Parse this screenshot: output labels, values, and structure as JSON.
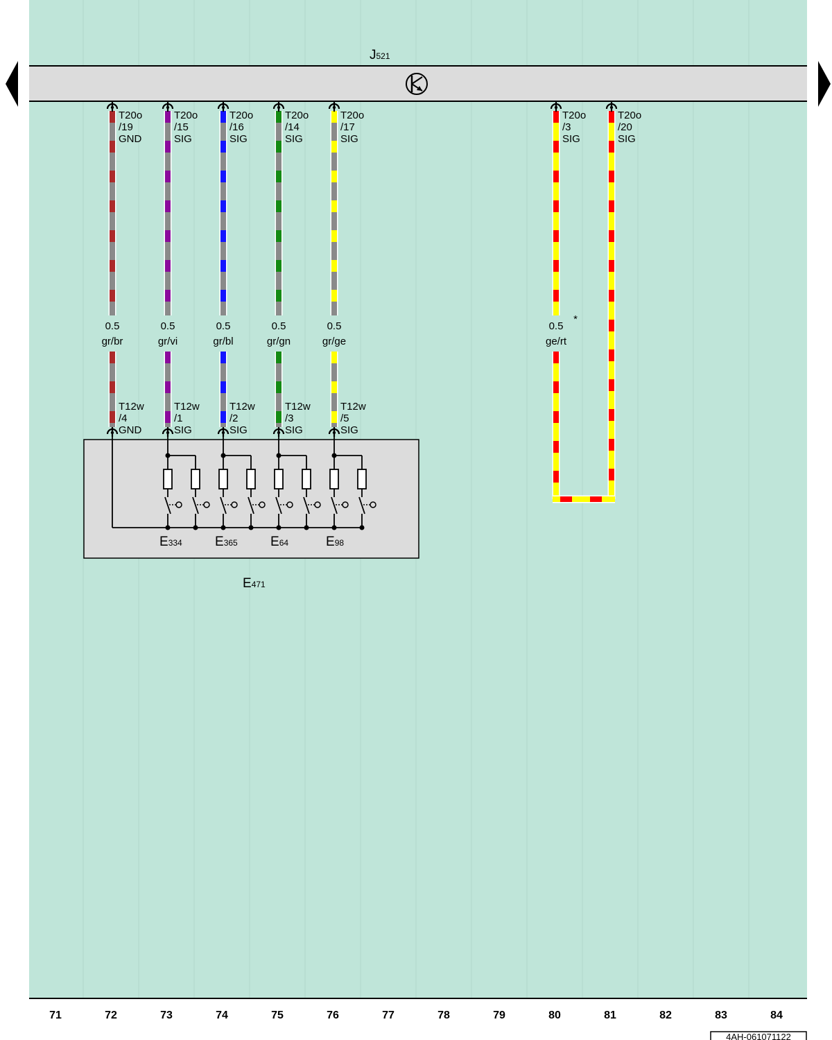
{
  "module": {
    "name": "J",
    "sub": "521"
  },
  "upper_pins": [
    {
      "line1": "T20o",
      "line2": "/19",
      "line3": "GND",
      "color1": "#ab2a2a",
      "color2": "#8a8a8a"
    },
    {
      "line1": "T20o",
      "line2": "/15",
      "line3": "SIG",
      "color1": "#8a0a9c",
      "color2": "#8a8a8a"
    },
    {
      "line1": "T20o",
      "line2": "/16",
      "line3": "SIG",
      "color1": "#1414ff",
      "color2": "#8a8a8a"
    },
    {
      "line1": "T20o",
      "line2": "/14",
      "line3": "SIG",
      "color1": "#138a13",
      "color2": "#8a8a8a"
    },
    {
      "line1": "T20o",
      "line2": "/17",
      "line3": "SIG",
      "color1": "#ffff00",
      "color2": "#8a8a8a"
    },
    {
      "line1": "T20o",
      "line2": "/3",
      "line3": "SIG",
      "color1": "#ff0000",
      "color2": "#ffff00"
    },
    {
      "line1": "T20o",
      "line2": "/20",
      "line3": "SIG",
      "color1": "#ff0000",
      "color2": "#ffff00"
    }
  ],
  "wire_specs": [
    {
      "size": "0.5",
      "color": "gr/br"
    },
    {
      "size": "0.5",
      "color": "gr/vi"
    },
    {
      "size": "0.5",
      "color": "gr/bl"
    },
    {
      "size": "0.5",
      "color": "gr/gn"
    },
    {
      "size": "0.5",
      "color": "gr/ge"
    },
    {
      "size": "0.5",
      "color": "ge/rt",
      "note": "*"
    }
  ],
  "lower_pins": [
    {
      "line1": "T12w",
      "line2": "/4",
      "line3": "GND"
    },
    {
      "line1": "T12w",
      "line2": "/1",
      "line3": "SIG"
    },
    {
      "line1": "T12w",
      "line2": "/2",
      "line3": "SIG"
    },
    {
      "line1": "T12w",
      "line2": "/3",
      "line3": "SIG"
    },
    {
      "line1": "T12w",
      "line2": "/5",
      "line3": "SIG"
    }
  ],
  "switches": [
    {
      "name": "E",
      "sub": "334"
    },
    {
      "name": "E",
      "sub": "365"
    },
    {
      "name": "E",
      "sub": "64"
    },
    {
      "name": "E",
      "sub": "98"
    }
  ],
  "component": {
    "name": "E",
    "sub": "471"
  },
  "columns": [
    "71",
    "72",
    "73",
    "74",
    "75",
    "76",
    "77",
    "78",
    "79",
    "80",
    "81",
    "82",
    "83",
    "84"
  ],
  "doc_id": "4AH-061071122",
  "colors": {
    "background": "#bfe5d9",
    "module_fill": "#dcdcdc",
    "line": "#000000"
  }
}
